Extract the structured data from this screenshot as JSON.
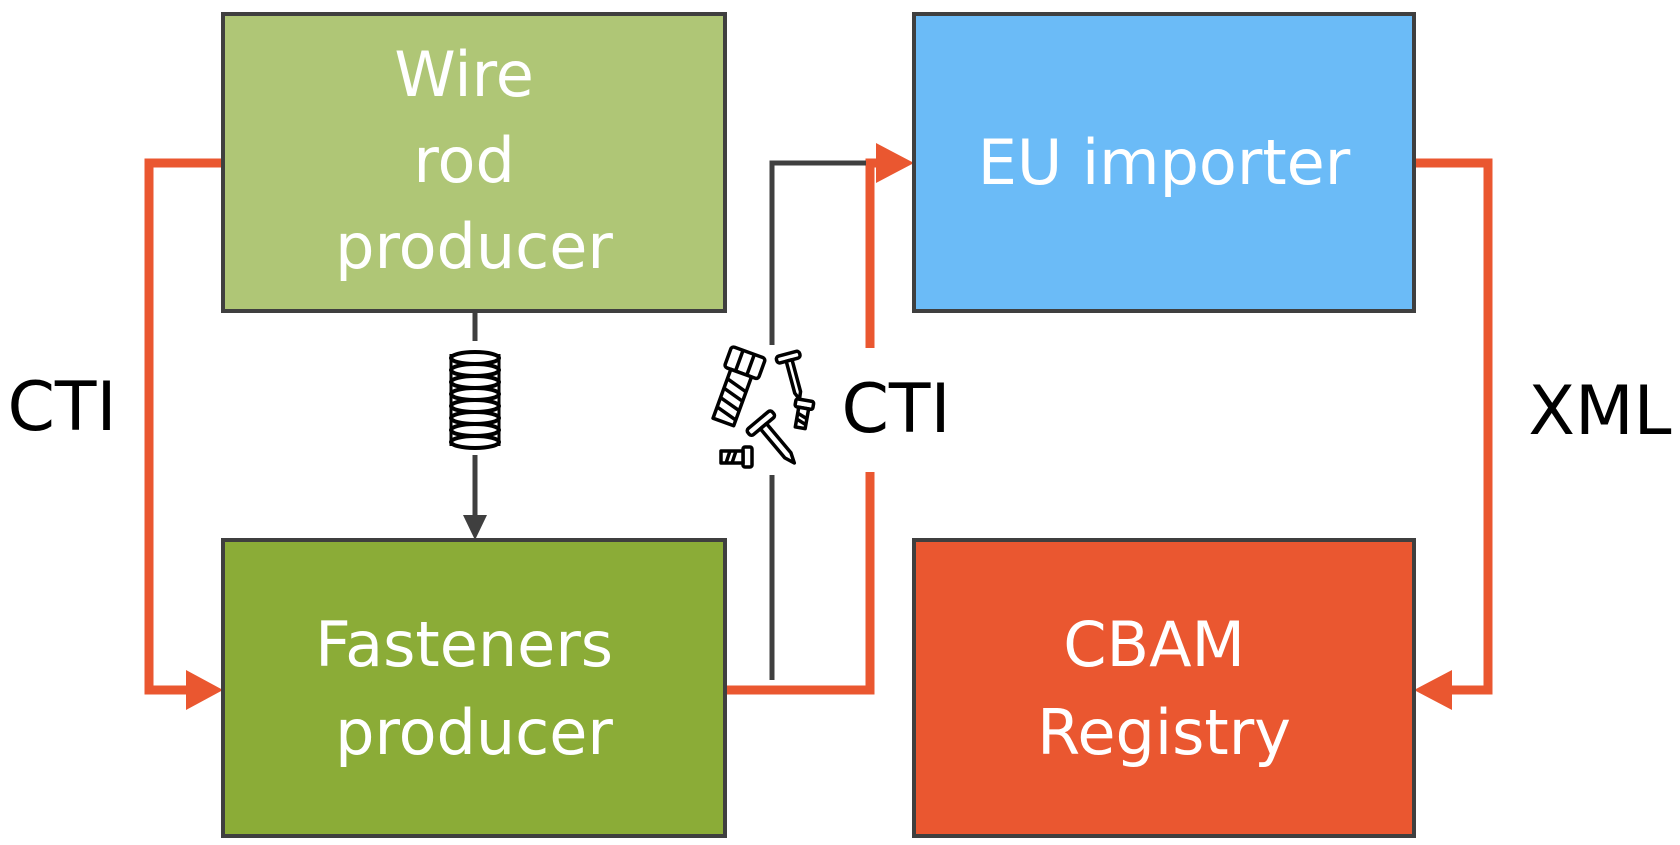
{
  "nodes": {
    "wire_rod": {
      "lines": [
        "Wire",
        "rod",
        "producer"
      ],
      "color": "#AFC676"
    },
    "fasteners": {
      "lines": [
        "Fasteners",
        "producer"
      ],
      "color": "#8BAC37"
    },
    "eu_importer": {
      "lines": [
        "EU importer"
      ],
      "color": "#6BBBF7"
    },
    "cbam": {
      "lines": [
        "CBAM",
        "Registry"
      ],
      "color": "#EA5730"
    }
  },
  "edge_labels": {
    "left": "CTI",
    "middle": "CTI",
    "right": "XML"
  },
  "colors": {
    "data_flow": "#EA5730",
    "material_flow": "#3F3F3F",
    "box_border": "#3F3F3F",
    "text_on_box": "#FFFFFF"
  },
  "icons": {
    "material_1": "coil-spring-icon",
    "material_2": "bolts-screws-nails-icon"
  }
}
